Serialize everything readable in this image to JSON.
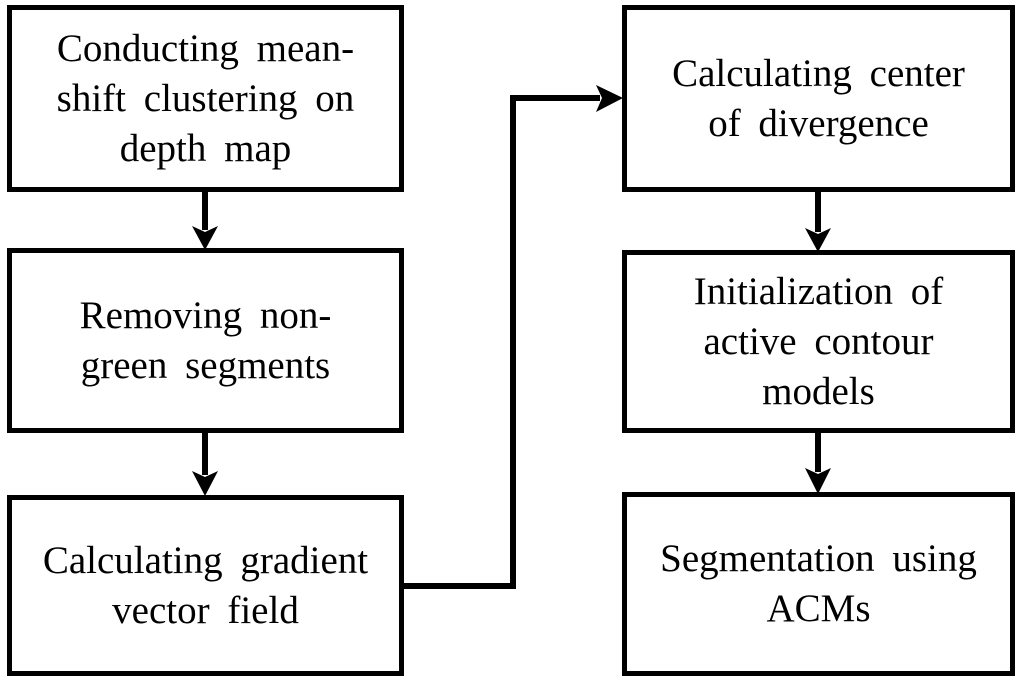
{
  "diagram": {
    "type": "flowchart",
    "colors": {
      "background": "#ffffff",
      "line": "#000000",
      "text": "#000000"
    },
    "nodes": [
      {
        "id": "mean-shift-clustering",
        "label": "Conducting mean-shift clustering on depth map",
        "lines": [
          "Conducting mean-",
          "shift clustering on",
          "depth map"
        ]
      },
      {
        "id": "remove-non-green",
        "label": "Removing non-green segments",
        "lines": [
          "Removing non-",
          "green segments"
        ]
      },
      {
        "id": "gradient-vector-field",
        "label": "Calculating gradient vector field",
        "lines": [
          "Calculating gradient",
          "vector field"
        ]
      },
      {
        "id": "center-of-divergence",
        "label": "Calculating center of divergence",
        "lines": [
          "Calculating center",
          "of divergence"
        ]
      },
      {
        "id": "init-active-contour",
        "label": "Initialization of active contour models",
        "lines": [
          "Initialization of",
          "active contour",
          "models"
        ]
      },
      {
        "id": "segmentation-acms",
        "label": "Segmentation using ACMs",
        "lines": [
          "Segmentation using",
          "ACMs"
        ]
      }
    ],
    "edges": [
      {
        "from": "mean-shift-clustering",
        "to": "remove-non-green",
        "shape": "straight-down"
      },
      {
        "from": "remove-non-green",
        "to": "gradient-vector-field",
        "shape": "straight-down"
      },
      {
        "from": "gradient-vector-field",
        "to": "center-of-divergence",
        "shape": "elbow-right-up-right"
      },
      {
        "from": "center-of-divergence",
        "to": "init-active-contour",
        "shape": "straight-down"
      },
      {
        "from": "init-active-contour",
        "to": "segmentation-acms",
        "shape": "straight-down"
      }
    ]
  }
}
